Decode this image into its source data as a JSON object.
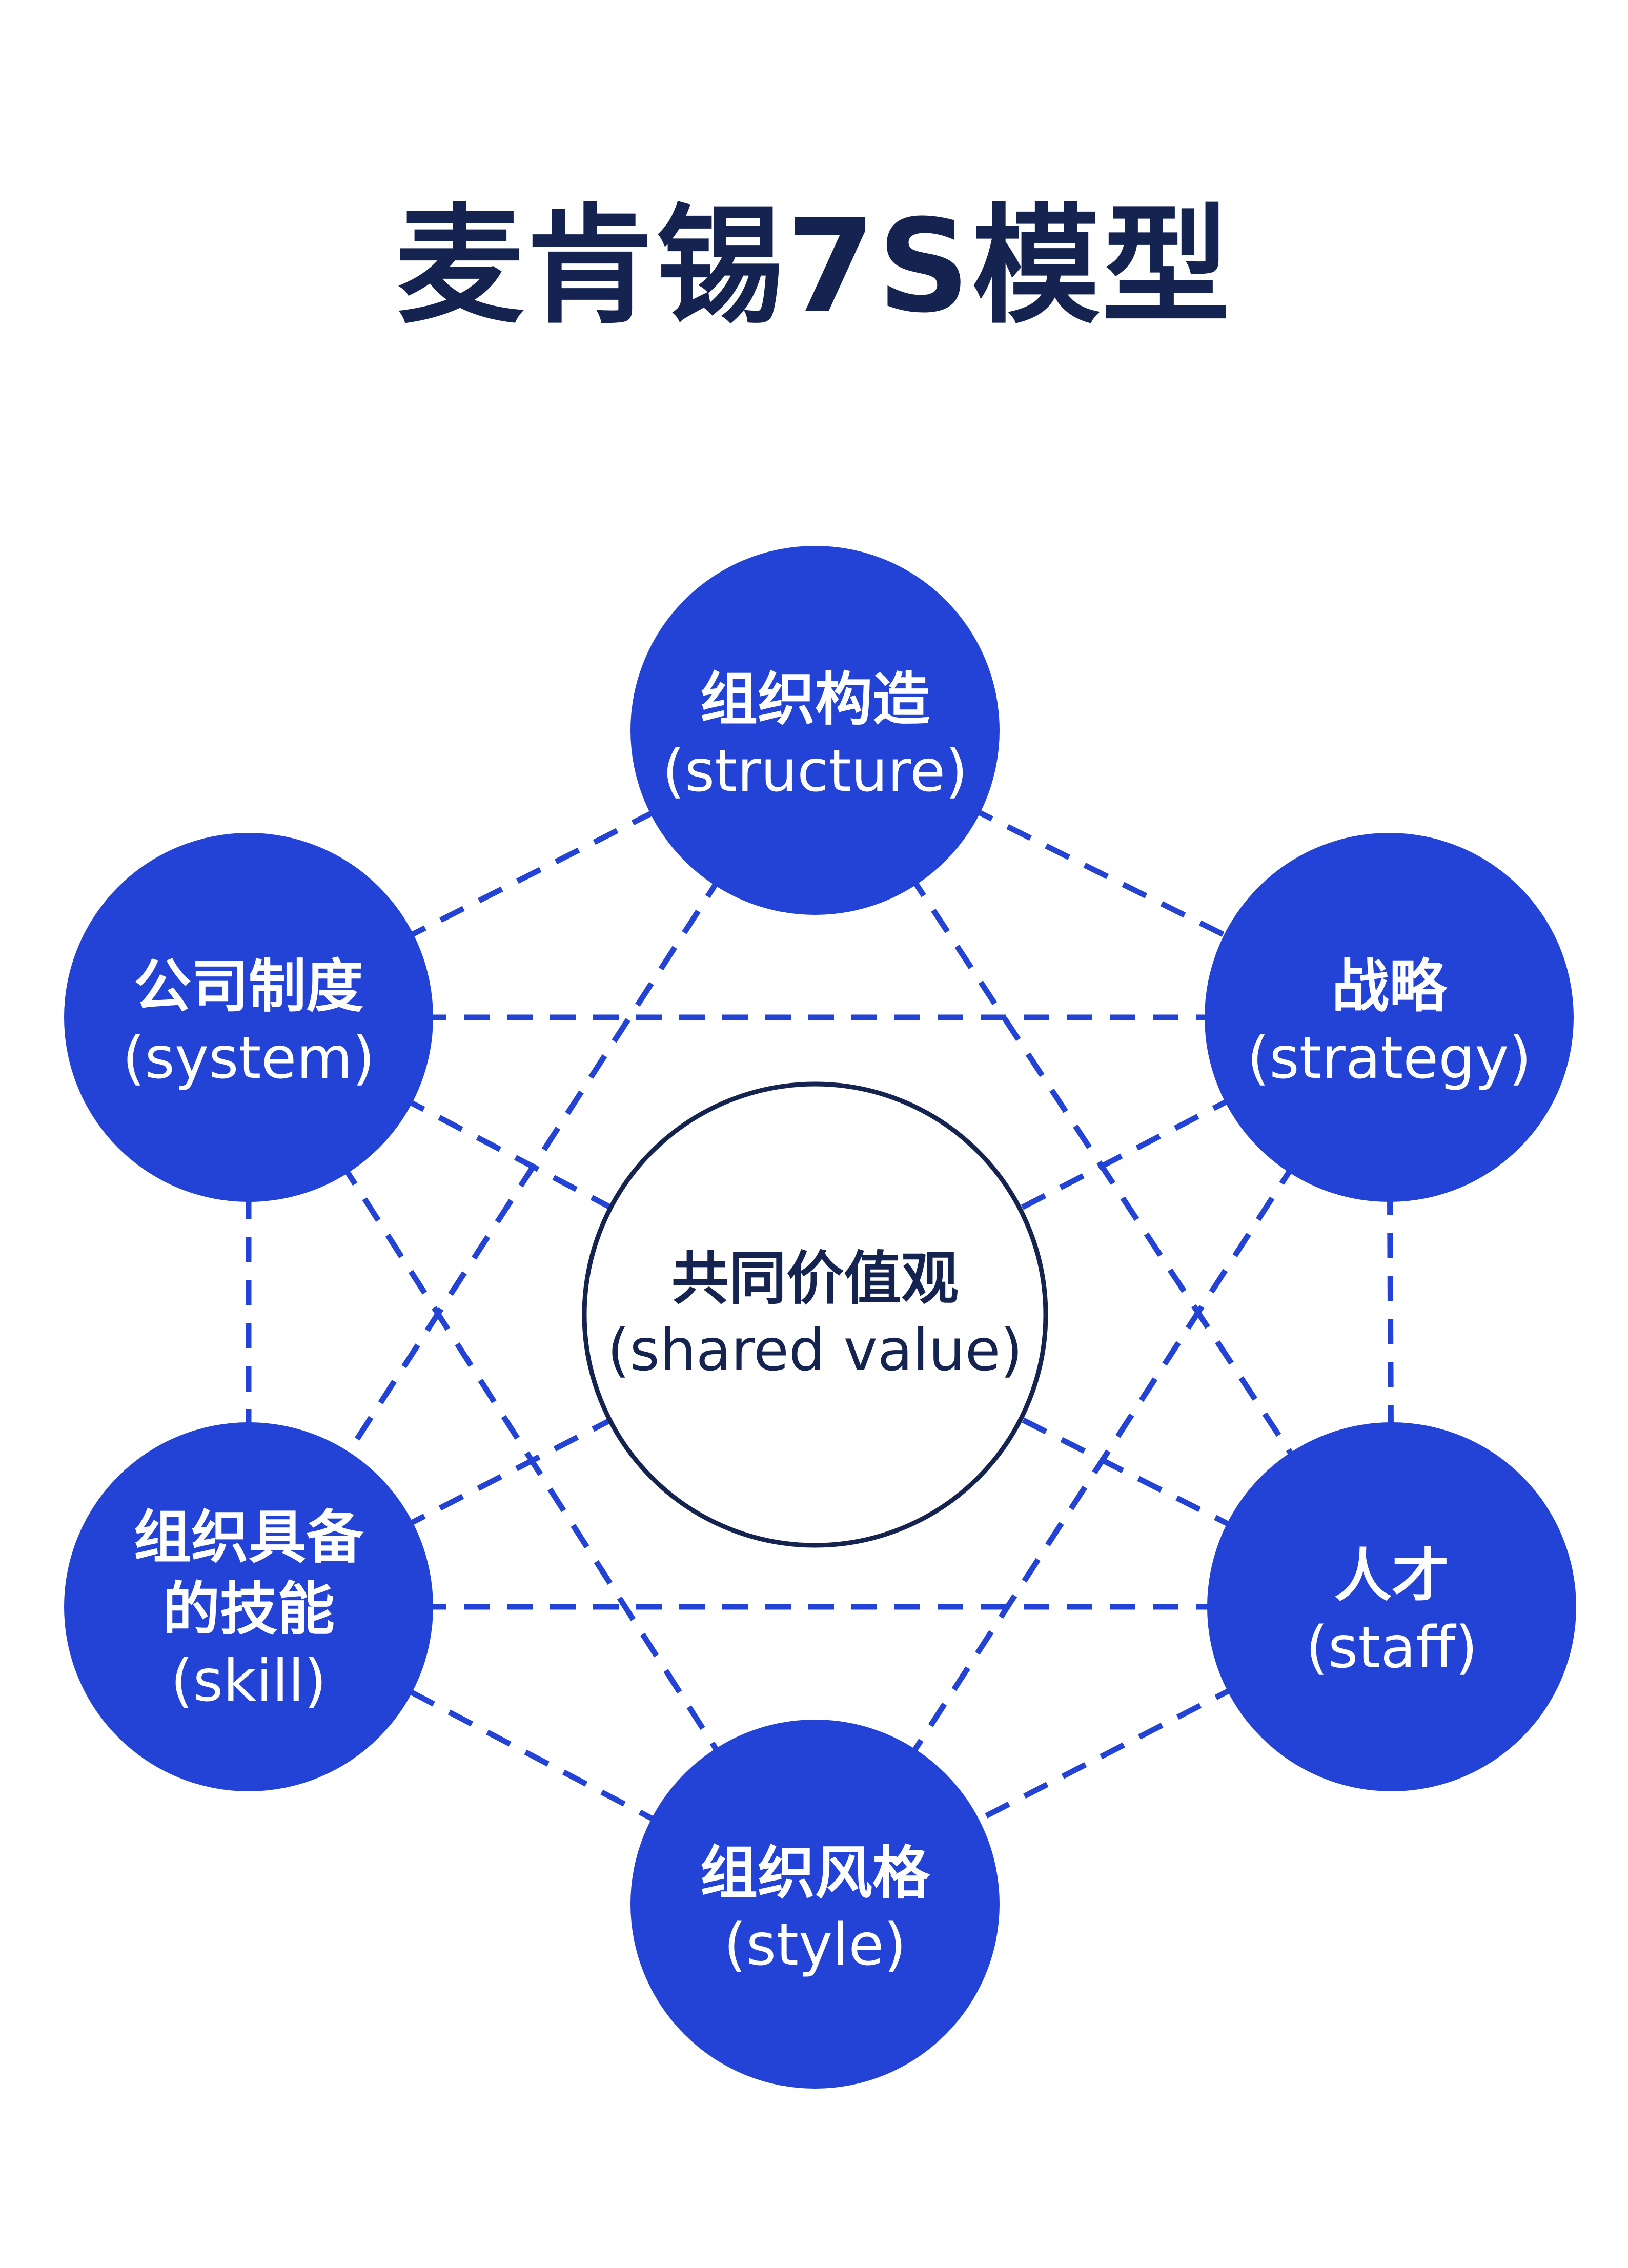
{
  "title": "麦肯锡7S模型",
  "colors": {
    "node_fill": "#2243d6",
    "center_stroke": "#14234f",
    "line": "#2243d6",
    "title": "#14234f"
  },
  "center": {
    "zh": "共同价值观",
    "en": "(shared value)"
  },
  "nodes": {
    "structure": {
      "zh": "组织构造",
      "en": "(structure)"
    },
    "strategy": {
      "zh": "战略",
      "en": "(strategy)"
    },
    "staff": {
      "zh": "人才",
      "en": "(staff)"
    },
    "style": {
      "zh": "组织风格",
      "en": "(style)"
    },
    "skill": {
      "zh_line1": "组织具备",
      "zh_line2": "的技能",
      "en": "(skill)"
    },
    "system": {
      "zh": "公司制度",
      "en": "(system)"
    }
  }
}
